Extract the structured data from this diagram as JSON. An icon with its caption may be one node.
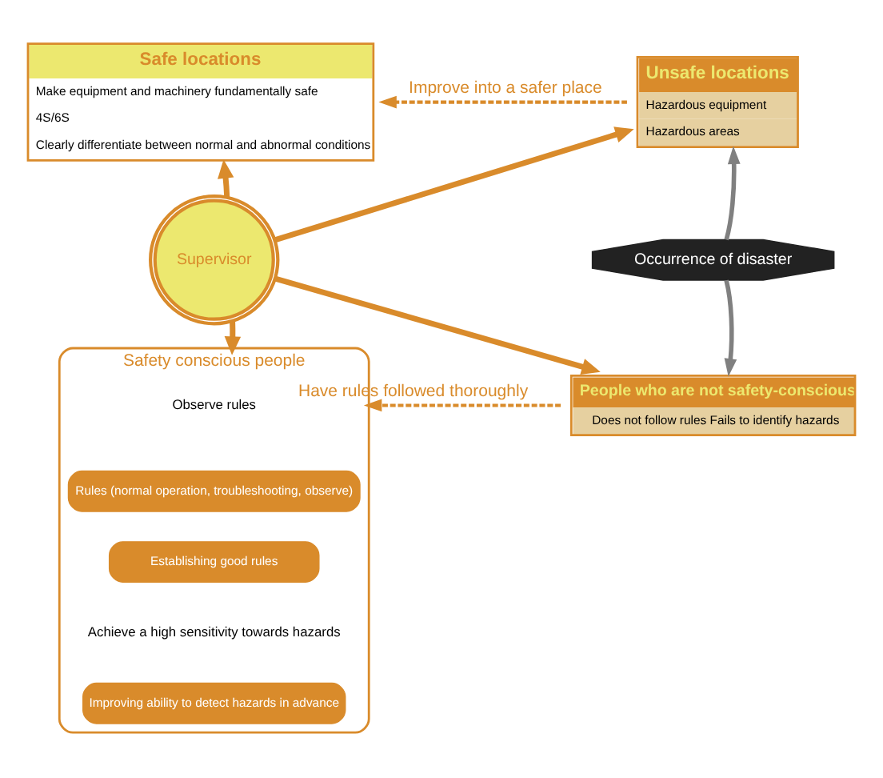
{
  "diagram": {
    "nodes": [
      {
        "text": [
          "Safe locations",
          "Make equipment and machinery fundamentally safe",
          "4S/6S",
          "Clearly differentiate between normal and abnormal conditions"
        ]
      },
      {
        "text": [
          "Unsafe locations",
          "Hazardous equipment",
          "Hazardous areas"
        ]
      },
      {
        "text": [
          "Supervisor"
        ]
      },
      {
        "text": [
          "Occurrence of disaster"
        ]
      },
      {
        "text": [
          "People who are not safety-conscious",
          "Does not follow rules Fails to identify hazards"
        ]
      },
      {
        "text": [
          "Safety conscious people"
        ]
      },
      {
        "text": [
          "Rules (normal operation, troubleshooting, observe)"
        ],
        "in": 5
      },
      {
        "text": [
          "Establishing good rules"
        ],
        "in": 5
      },
      {
        "text": [
          "Improving ability to detect hazards in advance"
        ],
        "in": 5
      }
    ],
    "edges": [
      {
        "from": 1,
        "to": 0,
        "arrow": "to",
        "style": "dashed",
        "label": "Improve into a safer place"
      },
      {
        "from": 2,
        "to": 0,
        "arrow": "to"
      },
      {
        "from": 2,
        "to": 1,
        "arrow": "to"
      },
      {
        "from": 3,
        "to": 1,
        "arrow": "to",
        "color": "#808080"
      },
      {
        "from": 3,
        "to": 4,
        "arrow": "to",
        "color": "#808080"
      },
      {
        "from": 2,
        "to": 5,
        "arrow": "to"
      },
      {
        "from": 2,
        "to": 4,
        "arrow": "to"
      },
      {
        "from": 4,
        "to": 5,
        "arrow": "to",
        "style": "dashed",
        "label": "Have rules followed thoroughly"
      }
    ],
    "labels": [
      "Observe rules",
      "Achieve a high sensitivity towards hazards"
    ]
  }
}
